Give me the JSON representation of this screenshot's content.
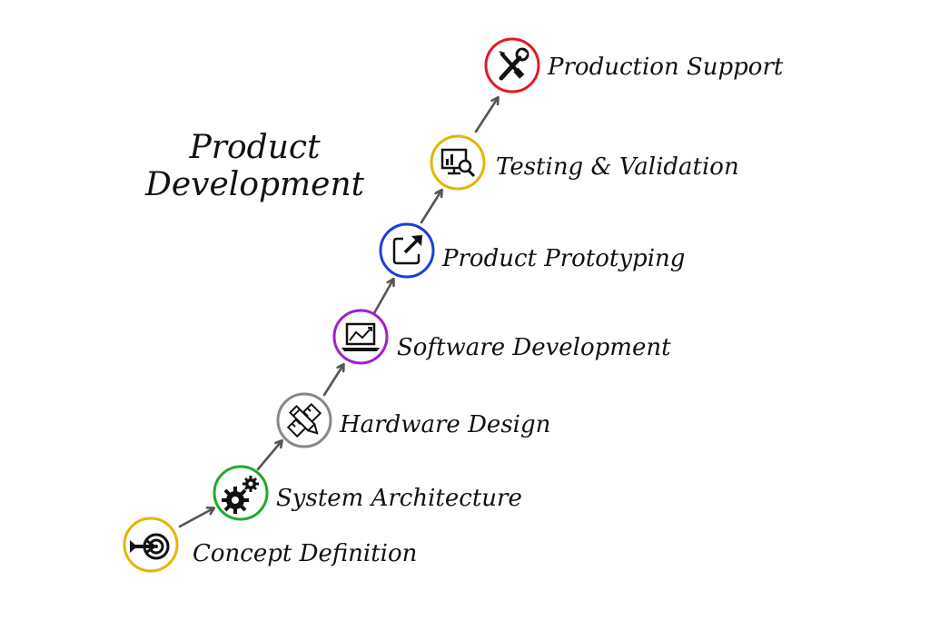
{
  "title": {
    "line1": "Product",
    "line2": "Development"
  },
  "steps": [
    {
      "label": "Concept Definition",
      "icon": "target-icon",
      "color": "#e6b400"
    },
    {
      "label": "System Architecture",
      "icon": "gears-icon",
      "color": "#1faa2a"
    },
    {
      "label": "Hardware Design",
      "icon": "pencil-ruler-icon",
      "color": "#888888"
    },
    {
      "label": "Software Development",
      "icon": "laptop-chart-icon",
      "color": "#a020c8"
    },
    {
      "label": "Product Prototyping",
      "icon": "external-link-icon",
      "color": "#1c3ed6"
    },
    {
      "label": "Testing & Validation",
      "icon": "monitor-magnifier-icon",
      "color": "#e6b400"
    },
    {
      "label": "Production Support",
      "icon": "wrench-screwdriver-icon",
      "color": "#e01b24"
    }
  ],
  "arrow_color": "#555555"
}
